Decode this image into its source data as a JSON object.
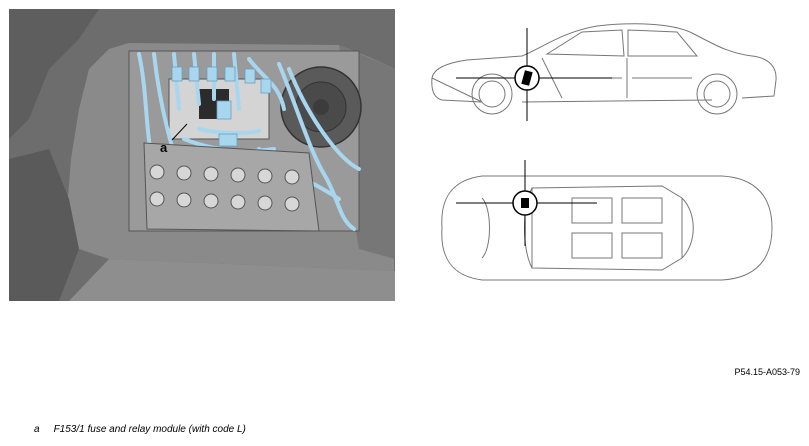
{
  "figure": {
    "callout_label": "a",
    "reference_code": "P54.15-A053-79",
    "legend": [
      {
        "key": "a",
        "text": "F153/1 fuse and relay module (with code L)"
      }
    ]
  },
  "colors": {
    "photo_bg": "#7c7c7c",
    "highlight_blue": "#a9d6ef",
    "line_art": "#777777",
    "marker": "#000000"
  },
  "icons": {
    "side": "car-side-view-icon",
    "top": "car-top-view-icon"
  }
}
